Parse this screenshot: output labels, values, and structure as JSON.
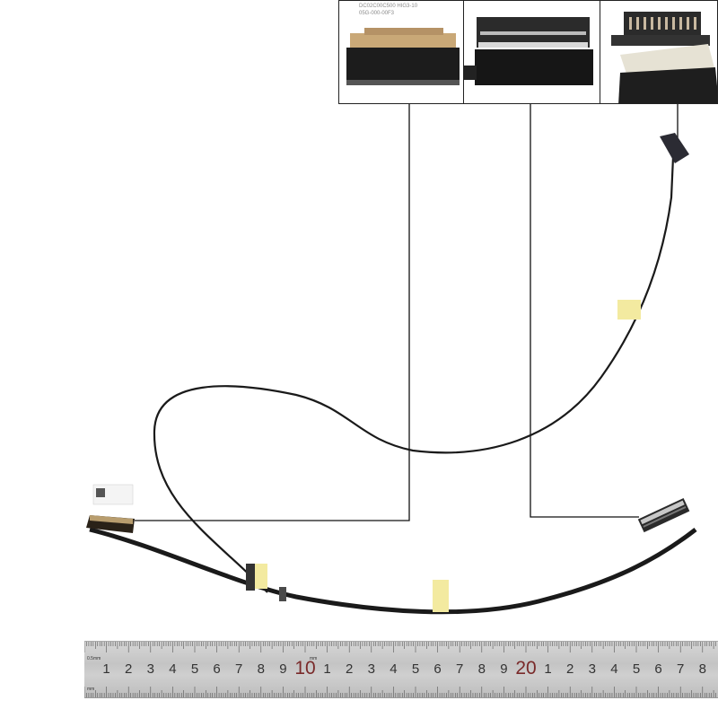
{
  "scene": {
    "subject": "laptop LCD EDP display cable",
    "background": "#ffffff",
    "cable_color": "#1a1a1a",
    "tape_color": "#f3eaa0"
  },
  "insets": [
    {
      "id": "lcd-connector",
      "label": "DC02C00C500 HIG3-10\n05G-000-00F3"
    },
    {
      "id": "board-connector",
      "label": ""
    },
    {
      "id": "pin-connector",
      "label": ""
    }
  ],
  "ruler": {
    "top_unit": "0.5mm",
    "mid_unit": "mm",
    "bottom_unit": "mm",
    "labels": [
      "1",
      "2",
      "3",
      "4",
      "5",
      "6",
      "7",
      "8",
      "9",
      "10",
      "1",
      "2",
      "3",
      "4",
      "5",
      "6",
      "7",
      "8",
      "9",
      "20",
      "1",
      "2",
      "3",
      "4",
      "5",
      "6",
      "7",
      "8"
    ]
  }
}
